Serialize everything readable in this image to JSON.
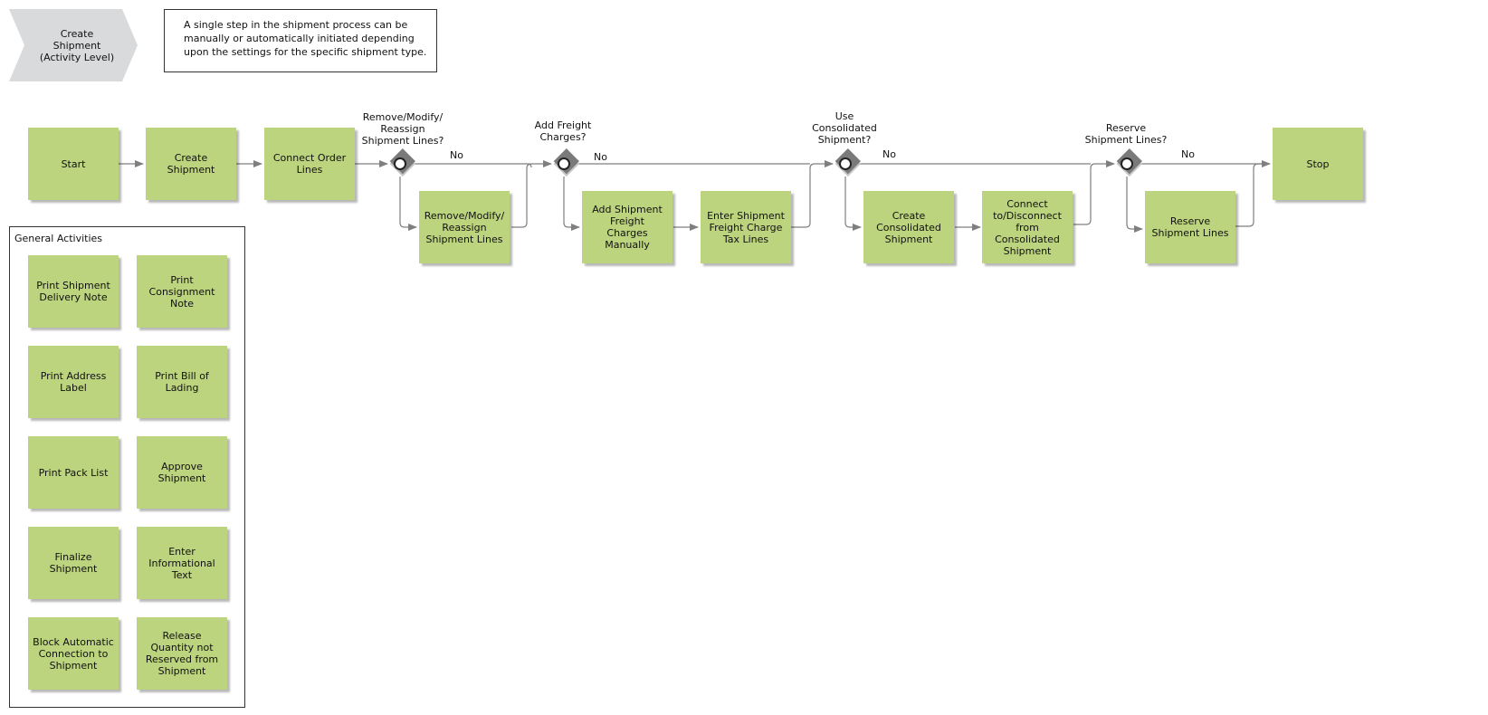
{
  "header": {
    "activity": "Create\nShipment\n(Activity Level)",
    "note": "A single step in the shipment process can be\nmanually or automatically initiated depending\nupon the settings for the specific shipment type."
  },
  "flow": {
    "start": "Start",
    "create_shipment": "Create\nShipment",
    "connect_order_lines": "Connect Order\nLines",
    "remove_modify_reassign": "Remove/Modify/\nReassign\nShipment Lines",
    "add_freight_manually": "Add Shipment\nFreight\nCharges\nManually",
    "enter_freight_tax": "Enter Shipment\nFreight Charge\nTax Lines",
    "create_consolidated": "Create\nConsolidated\nShipment",
    "connect_disconnect_consolidated": "Connect\nto/Disconnect\nfrom\nConsolidated\nShipment",
    "reserve_lines": "Reserve\nShipment Lines",
    "stop": "Stop"
  },
  "gateways": [
    {
      "question": "Remove/Modify/\nReassign\nShipment Lines?",
      "no_label": "No"
    },
    {
      "question": "Add Freight\nCharges?",
      "no_label": "No"
    },
    {
      "question": "Use\nConsolidated\nShipment?",
      "no_label": "No"
    },
    {
      "question": "Reserve\nShipment Lines?",
      "no_label": "No"
    }
  ],
  "general_activities": {
    "title": "General Activities",
    "items": [
      "Print Shipment\nDelivery Note",
      "Print\nConsignment\nNote",
      "Print Address\nLabel",
      "Print Bill of\nLading",
      "Print Pack List",
      "Approve\nShipment",
      "Finalize\nShipment",
      "Enter\nInformational\nText",
      "Block Automatic\nConnection to\nShipment",
      "Release\nQuantity not\nReserved from\nShipment"
    ]
  },
  "colors": {
    "activity_fill": "#bcd47e",
    "chevron_fill": "#d9dadc",
    "gateway_fill": "#7a7a7a",
    "connector": "#7f7f7f"
  }
}
